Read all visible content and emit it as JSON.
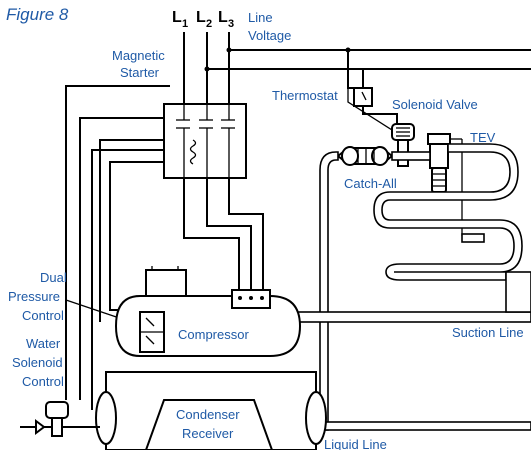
{
  "figure": {
    "title": "Figure 8"
  },
  "phases": [
    {
      "letter": "L",
      "sub": "1"
    },
    {
      "letter": "L",
      "sub": "2"
    },
    {
      "letter": "L",
      "sub": "3"
    }
  ],
  "labels": {
    "line_voltage": [
      "Line",
      "Voltage"
    ],
    "magnetic_starter": [
      "Magnetic",
      "Starter"
    ],
    "thermostat": "Thermostat",
    "solenoid_valve": "Solenoid Valve",
    "tev": "TEV",
    "catch_all": "Catch-All",
    "dual_pressure_control": [
      "Dual",
      "Pressure",
      "Control"
    ],
    "water_solenoid_control": [
      "Water",
      "Solenoid",
      "Control"
    ],
    "compressor": "Compressor",
    "condenser_receiver": [
      "Condenser",
      "Receiver"
    ],
    "suction_line": "Suction Line",
    "liquid_line": "Liquid Line"
  },
  "colors": {
    "label": "#1f5aa6",
    "line": "#000000"
  }
}
